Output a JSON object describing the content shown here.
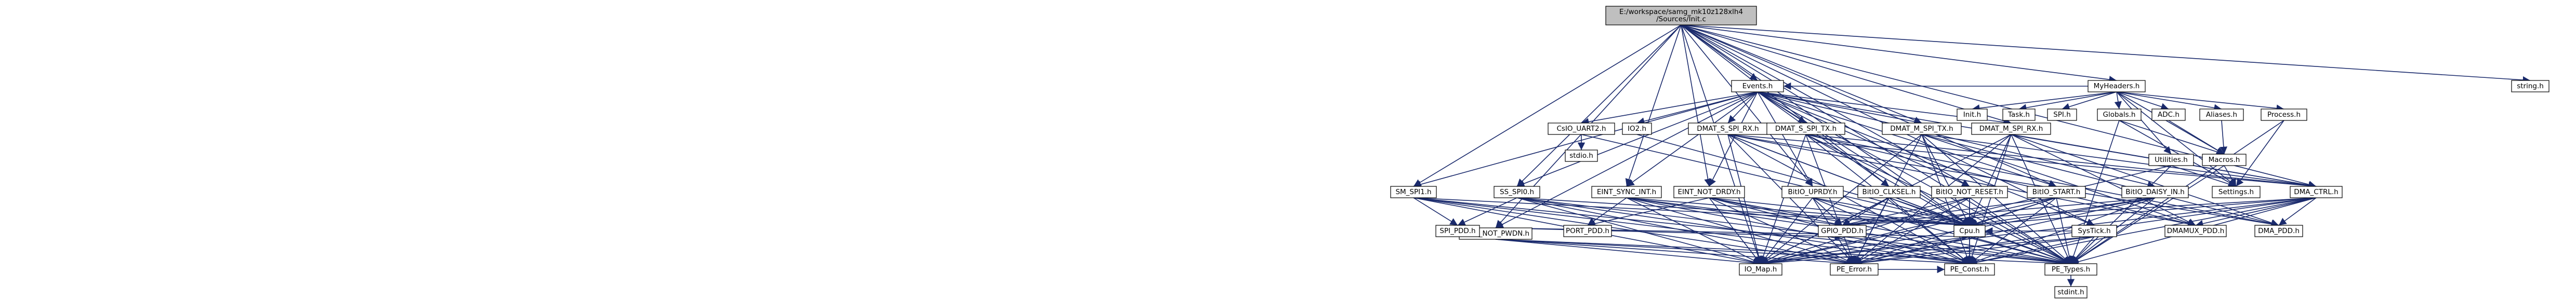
{
  "nodes": [
    {
      "id": "root",
      "lines": [
        "E:/workspace/samg_mk10z128xlh4",
        "/Sources/Init.c"
      ],
      "fill": "#bfbfbf"
    },
    {
      "id": "MyHeaders",
      "lines": [
        "MyHeaders.h"
      ],
      "fill": "#ffffff"
    },
    {
      "id": "string",
      "lines": [
        "string.h"
      ],
      "fill": "#ffffff"
    },
    {
      "id": "Events",
      "lines": [
        "Events.h"
      ],
      "fill": "#ffffff"
    },
    {
      "id": "Init",
      "lines": [
        "Init.h"
      ],
      "fill": "#ffffff"
    },
    {
      "id": "Task",
      "lines": [
        "Task.h"
      ],
      "fill": "#ffffff"
    },
    {
      "id": "SPIh",
      "lines": [
        "SPI.h"
      ],
      "fill": "#ffffff"
    },
    {
      "id": "Globals",
      "lines": [
        "Globals.h"
      ],
      "fill": "#ffffff"
    },
    {
      "id": "ADC",
      "lines": [
        "ADC.h"
      ],
      "fill": "#ffffff"
    },
    {
      "id": "Aliases",
      "lines": [
        "Aliases.h"
      ],
      "fill": "#ffffff"
    },
    {
      "id": "Process",
      "lines": [
        "Process.h"
      ],
      "fill": "#ffffff"
    },
    {
      "id": "Utilities",
      "lines": [
        "Utilities.h"
      ],
      "fill": "#ffffff"
    },
    {
      "id": "Macros",
      "lines": [
        "Macros.h"
      ],
      "fill": "#ffffff"
    },
    {
      "id": "Settings",
      "lines": [
        "Settings.h"
      ],
      "fill": "#ffffff"
    },
    {
      "id": "DMAT_M_SPI_TX",
      "lines": [
        "DMAT_M_SPI_TX.h"
      ],
      "fill": "#ffffff"
    },
    {
      "id": "DMAT_M_SPI_RX",
      "lines": [
        "DMAT_M_SPI_RX.h"
      ],
      "fill": "#ffffff"
    },
    {
      "id": "DMAT_S_SPI_RX",
      "lines": [
        "DMAT_S_SPI_RX.h"
      ],
      "fill": "#ffffff"
    },
    {
      "id": "DMAT_S_SPI_TX",
      "lines": [
        "DMAT_S_SPI_TX.h"
      ],
      "fill": "#ffffff"
    },
    {
      "id": "CsIO_UART2",
      "lines": [
        "CsIO_UART2.h"
      ],
      "fill": "#ffffff"
    },
    {
      "id": "IO2",
      "lines": [
        "IO2.h"
      ],
      "fill": "#ffffff"
    },
    {
      "id": "stdio",
      "lines": [
        "stdio.h"
      ],
      "fill": "#ffffff"
    },
    {
      "id": "SM_SPI1",
      "lines": [
        "SM_SPI1.h"
      ],
      "fill": "#ffffff"
    },
    {
      "id": "SS_SPI0",
      "lines": [
        "SS_SPI0.h"
      ],
      "fill": "#ffffff"
    },
    {
      "id": "EINT_SYNC_INT",
      "lines": [
        "EINT_SYNC_INT.h"
      ],
      "fill": "#ffffff"
    },
    {
      "id": "EINT_NOT_DRDY",
      "lines": [
        "EINT_NOT_DRDY.h"
      ],
      "fill": "#ffffff"
    },
    {
      "id": "BitIO_NOT_PWDN",
      "lines": [
        "BitIO_NOT_PWDN.h"
      ],
      "fill": "#ffffff"
    },
    {
      "id": "BitIO_UPRDY",
      "lines": [
        "BitIO_UPRDY.h"
      ],
      "fill": "#ffffff"
    },
    {
      "id": "BitIO_CLKSEL",
      "lines": [
        "BitIO_CLKSEL.h"
      ],
      "fill": "#ffffff"
    },
    {
      "id": "BitIO_NOT_RESET",
      "lines": [
        "BitIO_NOT_RESET.h"
      ],
      "fill": "#ffffff"
    },
    {
      "id": "BitIO_START",
      "lines": [
        "BitIO_START.h"
      ],
      "fill": "#ffffff"
    },
    {
      "id": "BitIO_DAISY_IN",
      "lines": [
        "BitIO_DAISY_IN.h"
      ],
      "fill": "#ffffff"
    },
    {
      "id": "SysTick",
      "lines": [
        "SysTick.h"
      ],
      "fill": "#ffffff"
    },
    {
      "id": "DMA_CTRL",
      "lines": [
        "DMA_CTRL.h"
      ],
      "fill": "#ffffff"
    },
    {
      "id": "SPI_PDD",
      "lines": [
        "SPI_PDD.h"
      ],
      "fill": "#ffffff"
    },
    {
      "id": "PORT_PDD",
      "lines": [
        "PORT_PDD.h"
      ],
      "fill": "#ffffff"
    },
    {
      "id": "GPIO_PDD",
      "lines": [
        "GPIO_PDD.h"
      ],
      "fill": "#ffffff"
    },
    {
      "id": "Cpu",
      "lines": [
        "Cpu.h"
      ],
      "fill": "#ffffff"
    },
    {
      "id": "DMAMUX_PDD",
      "lines": [
        "DMAMUX_PDD.h"
      ],
      "fill": "#ffffff"
    },
    {
      "id": "DMA_PDD",
      "lines": [
        "DMA_PDD.h"
      ],
      "fill": "#ffffff"
    },
    {
      "id": "IO_Map",
      "lines": [
        "IO_Map.h"
      ],
      "fill": "#ffffff"
    },
    {
      "id": "PE_Error",
      "lines": [
        "PE_Error.h"
      ],
      "fill": "#ffffff"
    },
    {
      "id": "PE_Const",
      "lines": [
        "PE_Const.h"
      ],
      "fill": "#ffffff"
    },
    {
      "id": "PE_Types",
      "lines": [
        "PE_Types.h"
      ],
      "fill": "#ffffff"
    },
    {
      "id": "stdint",
      "lines": [
        "stdint.h"
      ],
      "fill": "#ffffff"
    }
  ],
  "edges": [
    [
      "root",
      "MyHeaders"
    ],
    [
      "root",
      "string"
    ],
    [
      "root",
      "Events"
    ],
    [
      "root",
      "SM_SPI1"
    ],
    [
      "root",
      "SS_SPI0"
    ],
    [
      "root",
      "EINT_SYNC_INT"
    ],
    [
      "root",
      "EINT_NOT_DRDY"
    ],
    [
      "root",
      "BitIO_NOT_PWDN"
    ],
    [
      "root",
      "BitIO_UPRDY"
    ],
    [
      "root",
      "BitIO_CLKSEL"
    ],
    [
      "root",
      "BitIO_NOT_RESET"
    ],
    [
      "root",
      "BitIO_START"
    ],
    [
      "root",
      "SysTick"
    ],
    [
      "root",
      "DMA_CTRL"
    ],
    [
      "root",
      "DMAT_M_SPI_TX"
    ],
    [
      "root",
      "DMAT_M_SPI_RX"
    ],
    [
      "root",
      "Cpu"
    ],
    [
      "root",
      "IO_Map"
    ],
    [
      "root",
      "PE_Types"
    ],
    [
      "MyHeaders",
      "Events"
    ],
    [
      "MyHeaders",
      "Init"
    ],
    [
      "MyHeaders",
      "Task"
    ],
    [
      "MyHeaders",
      "SPIh"
    ],
    [
      "MyHeaders",
      "Globals"
    ],
    [
      "MyHeaders",
      "ADC"
    ],
    [
      "MyHeaders",
      "Aliases"
    ],
    [
      "MyHeaders",
      "Process"
    ],
    [
      "MyHeaders",
      "Utilities"
    ],
    [
      "MyHeaders",
      "Macros"
    ],
    [
      "MyHeaders",
      "Settings"
    ],
    [
      "Globals",
      "Macros"
    ],
    [
      "Globals",
      "Settings"
    ],
    [
      "Globals",
      "PE_Types"
    ],
    [
      "Aliases",
      "Macros"
    ],
    [
      "Process",
      "Settings"
    ],
    [
      "Process",
      "PE_Types"
    ],
    [
      "Utilities",
      "Settings"
    ],
    [
      "Utilities",
      "PE_Types"
    ],
    [
      "Utilities",
      "IO_Map"
    ],
    [
      "Macros",
      "Settings"
    ],
    [
      "Macros",
      "PE_Types"
    ],
    [
      "ADC",
      "Macros"
    ],
    [
      "Events",
      "SM_SPI1"
    ],
    [
      "Events",
      "SS_SPI0"
    ],
    [
      "Events",
      "EINT_SYNC_INT"
    ],
    [
      "Events",
      "EINT_NOT_DRDY"
    ],
    [
      "Events",
      "BitIO_NOT_PWDN"
    ],
    [
      "Events",
      "BitIO_UPRDY"
    ],
    [
      "Events",
      "BitIO_CLKSEL"
    ],
    [
      "Events",
      "BitIO_NOT_RESET"
    ],
    [
      "Events",
      "BitIO_START"
    ],
    [
      "Events",
      "BitIO_DAISY_IN"
    ],
    [
      "Events",
      "SysTick"
    ],
    [
      "Events",
      "CsIO_UART2"
    ],
    [
      "Events",
      "IO2"
    ],
    [
      "Events",
      "DMAT_S_SPI_RX"
    ],
    [
      "Events",
      "DMAT_S_SPI_TX"
    ],
    [
      "Events",
      "DMAT_M_SPI_TX"
    ],
    [
      "Events",
      "DMAT_M_SPI_RX"
    ],
    [
      "Events",
      "DMA_CTRL"
    ],
    [
      "Events",
      "Cpu"
    ],
    [
      "Events",
      "PE_Types"
    ],
    [
      "CsIO_UART2",
      "stdio"
    ],
    [
      "CsIO_UART2",
      "Cpu"
    ],
    [
      "IO2",
      "Cpu"
    ],
    [
      "DMAT_S_SPI_RX",
      "DMA_CTRL"
    ],
    [
      "DMAT_S_SPI_RX",
      "Cpu"
    ],
    [
      "DMAT_S_SPI_RX",
      "PE_Types"
    ],
    [
      "DMAT_S_SPI_RX",
      "PE_Error"
    ],
    [
      "DMAT_S_SPI_RX",
      "PE_Const"
    ],
    [
      "DMAT_S_SPI_RX",
      "IO_Map"
    ],
    [
      "DMAT_S_SPI_RX",
      "DMAMUX_PDD"
    ],
    [
      "DMAT_S_SPI_RX",
      "DMA_PDD"
    ],
    [
      "DMAT_S_SPI_TX",
      "DMA_CTRL"
    ],
    [
      "DMAT_S_SPI_TX",
      "Cpu"
    ],
    [
      "DMAT_S_SPI_TX",
      "PE_Types"
    ],
    [
      "DMAT_S_SPI_TX",
      "PE_Error"
    ],
    [
      "DMAT_S_SPI_TX",
      "PE_Const"
    ],
    [
      "DMAT_S_SPI_TX",
      "IO_Map"
    ],
    [
      "DMAT_S_SPI_TX",
      "DMAMUX_PDD"
    ],
    [
      "DMAT_S_SPI_TX",
      "DMA_PDD"
    ],
    [
      "DMAT_M_SPI_TX",
      "DMA_CTRL"
    ],
    [
      "DMAT_M_SPI_TX",
      "Cpu"
    ],
    [
      "DMAT_M_SPI_TX",
      "PE_Types"
    ],
    [
      "DMAT_M_SPI_TX",
      "PE_Error"
    ],
    [
      "DMAT_M_SPI_TX",
      "PE_Const"
    ],
    [
      "DMAT_M_SPI_TX",
      "IO_Map"
    ],
    [
      "DMAT_M_SPI_TX",
      "DMAMUX_PDD"
    ],
    [
      "DMAT_M_SPI_TX",
      "DMA_PDD"
    ],
    [
      "DMAT_M_SPI_RX",
      "DMA_CTRL"
    ],
    [
      "DMAT_M_SPI_RX",
      "Cpu"
    ],
    [
      "DMAT_M_SPI_RX",
      "PE_Types"
    ],
    [
      "DMAT_M_SPI_RX",
      "PE_Error"
    ],
    [
      "DMAT_M_SPI_RX",
      "PE_Const"
    ],
    [
      "DMAT_M_SPI_RX",
      "IO_Map"
    ],
    [
      "DMAT_M_SPI_RX",
      "DMAMUX_PDD"
    ],
    [
      "DMAT_M_SPI_RX",
      "DMA_PDD"
    ],
    [
      "DMA_CTRL",
      "DMAMUX_PDD"
    ],
    [
      "DMA_CTRL",
      "DMA_PDD"
    ],
    [
      "DMA_CTRL",
      "Cpu"
    ],
    [
      "DMA_CTRL",
      "PE_Types"
    ],
    [
      "DMA_CTRL",
      "PE_Error"
    ],
    [
      "DMA_CTRL",
      "PE_Const"
    ],
    [
      "DMA_CTRL",
      "IO_Map"
    ],
    [
      "DMA_CTRL",
      "GPIO_PDD"
    ],
    [
      "SM_SPI1",
      "SPI_PDD"
    ],
    [
      "SM_SPI1",
      "Cpu"
    ],
    [
      "SM_SPI1",
      "PE_Types"
    ],
    [
      "SM_SPI1",
      "PE_Error"
    ],
    [
      "SM_SPI1",
      "PE_Const"
    ],
    [
      "SM_SPI1",
      "IO_Map"
    ],
    [
      "SS_SPI0",
      "SPI_PDD"
    ],
    [
      "SS_SPI0",
      "Cpu"
    ],
    [
      "SS_SPI0",
      "PE_Types"
    ],
    [
      "SS_SPI0",
      "PE_Error"
    ],
    [
      "SS_SPI0",
      "PE_Const"
    ],
    [
      "SS_SPI0",
      "IO_Map"
    ],
    [
      "EINT_SYNC_INT",
      "PORT_PDD"
    ],
    [
      "EINT_SYNC_INT",
      "Cpu"
    ],
    [
      "EINT_SYNC_INT",
      "PE_Types"
    ],
    [
      "EINT_SYNC_INT",
      "PE_Error"
    ],
    [
      "EINT_SYNC_INT",
      "PE_Const"
    ],
    [
      "EINT_SYNC_INT",
      "IO_Map"
    ],
    [
      "EINT_SYNC_INT",
      "GPIO_PDD"
    ],
    [
      "EINT_NOT_DRDY",
      "PORT_PDD"
    ],
    [
      "EINT_NOT_DRDY",
      "Cpu"
    ],
    [
      "EINT_NOT_DRDY",
      "PE_Types"
    ],
    [
      "EINT_NOT_DRDY",
      "PE_Error"
    ],
    [
      "EINT_NOT_DRDY",
      "PE_Const"
    ],
    [
      "EINT_NOT_DRDY",
      "IO_Map"
    ],
    [
      "EINT_NOT_DRDY",
      "GPIO_PDD"
    ],
    [
      "BitIO_NOT_PWDN",
      "GPIO_PDD"
    ],
    [
      "BitIO_NOT_PWDN",
      "Cpu"
    ],
    [
      "BitIO_NOT_PWDN",
      "PE_Types"
    ],
    [
      "BitIO_NOT_PWDN",
      "PE_Error"
    ],
    [
      "BitIO_NOT_PWDN",
      "PE_Const"
    ],
    [
      "BitIO_NOT_PWDN",
      "IO_Map"
    ],
    [
      "BitIO_UPRDY",
      "GPIO_PDD"
    ],
    [
      "BitIO_UPRDY",
      "Cpu"
    ],
    [
      "BitIO_UPRDY",
      "PE_Types"
    ],
    [
      "BitIO_UPRDY",
      "PE_Error"
    ],
    [
      "BitIO_UPRDY",
      "PE_Const"
    ],
    [
      "BitIO_UPRDY",
      "IO_Map"
    ],
    [
      "BitIO_CLKSEL",
      "GPIO_PDD"
    ],
    [
      "BitIO_CLKSEL",
      "Cpu"
    ],
    [
      "BitIO_CLKSEL",
      "PE_Types"
    ],
    [
      "BitIO_CLKSEL",
      "PE_Error"
    ],
    [
      "BitIO_CLKSEL",
      "PE_Const"
    ],
    [
      "BitIO_CLKSEL",
      "IO_Map"
    ],
    [
      "BitIO_NOT_RESET",
      "GPIO_PDD"
    ],
    [
      "BitIO_NOT_RESET",
      "Cpu"
    ],
    [
      "BitIO_NOT_RESET",
      "PE_Types"
    ],
    [
      "BitIO_NOT_RESET",
      "PE_Error"
    ],
    [
      "BitIO_NOT_RESET",
      "PE_Const"
    ],
    [
      "BitIO_NOT_RESET",
      "IO_Map"
    ],
    [
      "BitIO_START",
      "GPIO_PDD"
    ],
    [
      "BitIO_START",
      "Cpu"
    ],
    [
      "BitIO_START",
      "PE_Types"
    ],
    [
      "BitIO_START",
      "PE_Error"
    ],
    [
      "BitIO_START",
      "PE_Const"
    ],
    [
      "BitIO_START",
      "IO_Map"
    ],
    [
      "BitIO_DAISY_IN",
      "GPIO_PDD"
    ],
    [
      "BitIO_DAISY_IN",
      "Cpu"
    ],
    [
      "BitIO_DAISY_IN",
      "PE_Types"
    ],
    [
      "BitIO_DAISY_IN",
      "PE_Error"
    ],
    [
      "BitIO_DAISY_IN",
      "PE_Const"
    ],
    [
      "BitIO_DAISY_IN",
      "IO_Map"
    ],
    [
      "SysTick",
      "Cpu"
    ],
    [
      "SysTick",
      "PE_Types"
    ],
    [
      "SysTick",
      "PE_Error"
    ],
    [
      "SysTick",
      "PE_Const"
    ],
    [
      "SysTick",
      "IO_Map"
    ],
    [
      "Cpu",
      "PE_Types"
    ],
    [
      "Cpu",
      "PE_Error"
    ],
    [
      "Cpu",
      "PE_Const"
    ],
    [
      "Cpu",
      "IO_Map"
    ],
    [
      "PE_Error",
      "PE_Const"
    ],
    [
      "PE_Types",
      "stdint"
    ]
  ]
}
